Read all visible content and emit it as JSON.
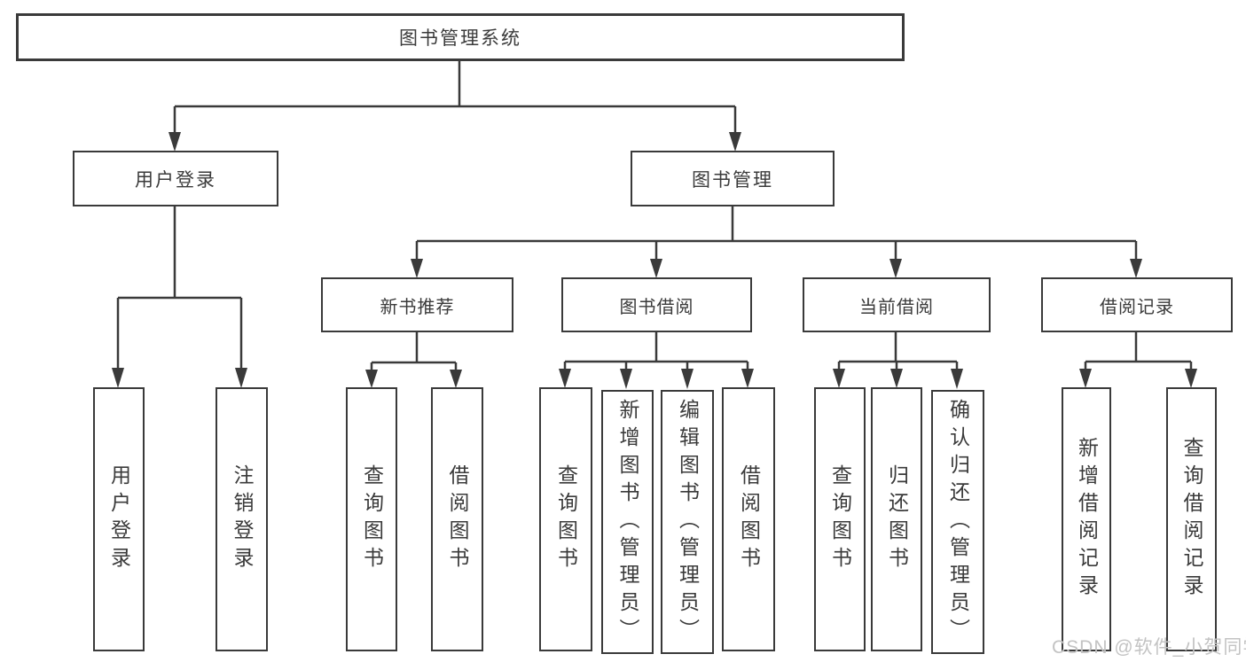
{
  "diagram": {
    "title": "图书管理系统",
    "root": {
      "label": "图书管理系统"
    },
    "level2": [
      {
        "id": "user-login",
        "label": "用户登录",
        "parent": "图书管理系统"
      },
      {
        "id": "book-management",
        "label": "图书管理",
        "parent": "图书管理系统"
      }
    ],
    "level3": [
      {
        "id": "new-book-recommend",
        "label": "新书推荐",
        "parent": "图书管理"
      },
      {
        "id": "book-borrow",
        "label": "图书借阅",
        "parent": "图书管理"
      },
      {
        "id": "current-borrow",
        "label": "当前借阅",
        "parent": "图书管理"
      },
      {
        "id": "borrow-records",
        "label": "借阅记录",
        "parent": "图书管理"
      }
    ],
    "leaves": [
      {
        "label": "用户登录",
        "parent": "用户登录"
      },
      {
        "label": "注销登录",
        "parent": "用户登录"
      },
      {
        "label": "查询图书",
        "parent": "新书推荐"
      },
      {
        "label": "借阅图书",
        "parent": "新书推荐"
      },
      {
        "label": "查询图书",
        "parent": "图书借阅"
      },
      {
        "label": "新增图书（管理员）",
        "parent": "图书借阅"
      },
      {
        "label": "编辑图书（管理员）",
        "parent": "图书借阅"
      },
      {
        "label": "借阅图书",
        "parent": "图书借阅"
      },
      {
        "label": "查询图书",
        "parent": "当前借阅"
      },
      {
        "label": "归还图书",
        "parent": "当前借阅"
      },
      {
        "label": "确认归还（管理员）",
        "parent": "当前借阅"
      },
      {
        "label": "新增借阅记录",
        "parent": "借阅记录"
      },
      {
        "label": "查询借阅记录",
        "parent": "借阅记录"
      }
    ]
  },
  "watermark": "CSDN @软件_小贺同学",
  "colors": {
    "line": "#3a3a3a",
    "text": "#3a3a3a",
    "box_background": "#ffffff",
    "page_background": "#ffffff",
    "watermark": "#c3c3c3"
  }
}
